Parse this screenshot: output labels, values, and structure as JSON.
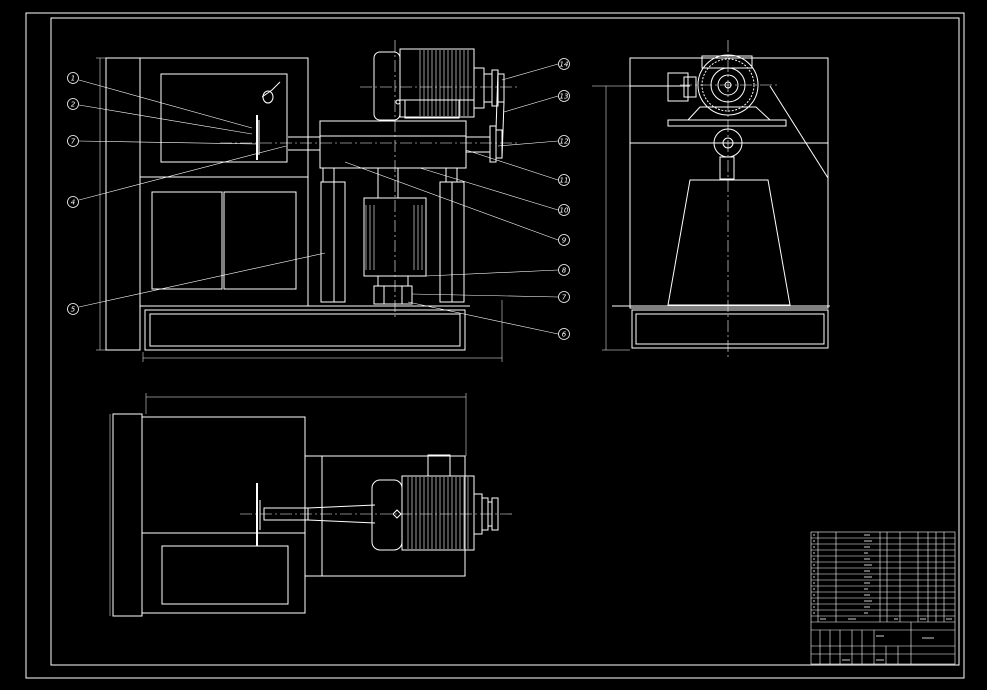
{
  "drawing": {
    "balloons": [
      {
        "label": "1"
      },
      {
        "label": "2"
      },
      {
        "label": "7"
      },
      {
        "label": "4"
      },
      {
        "label": "5"
      },
      {
        "label": "14"
      },
      {
        "label": "13"
      },
      {
        "label": "12"
      },
      {
        "label": "11"
      },
      {
        "label": "10"
      },
      {
        "label": "9"
      },
      {
        "label": "8"
      },
      {
        "label": "7"
      },
      {
        "label": "6"
      }
    ]
  },
  "colors": {
    "background": "#000000",
    "lines": "#ffffff",
    "center_lines": "#ffffff"
  }
}
